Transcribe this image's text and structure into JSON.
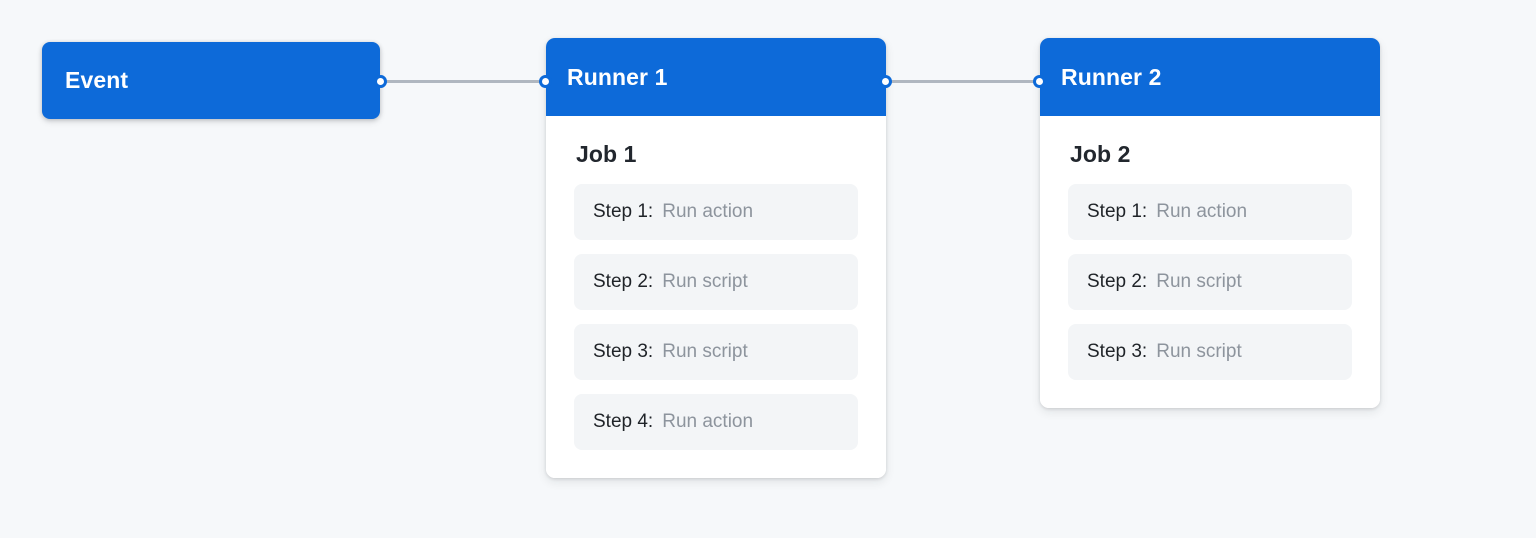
{
  "diagram": {
    "background_color": "#f6f8fa",
    "accent_color": "#0d6ad9",
    "edge_color": "#b0b7c0",
    "nodes": {
      "event": {
        "title": "Event"
      },
      "runner1": {
        "title": "Runner 1",
        "job_title": "Job 1",
        "steps": [
          {
            "label": "Step 1:",
            "value": "Run action"
          },
          {
            "label": "Step 2:",
            "value": "Run script"
          },
          {
            "label": "Step 3:",
            "value": "Run script"
          },
          {
            "label": "Step 4:",
            "value": "Run action"
          }
        ]
      },
      "runner2": {
        "title": "Runner 2",
        "job_title": "Job 2",
        "steps": [
          {
            "label": "Step 1:",
            "value": "Run action"
          },
          {
            "label": "Step 2:",
            "value": "Run script"
          },
          {
            "label": "Step 3:",
            "value": "Run script"
          }
        ]
      }
    }
  }
}
